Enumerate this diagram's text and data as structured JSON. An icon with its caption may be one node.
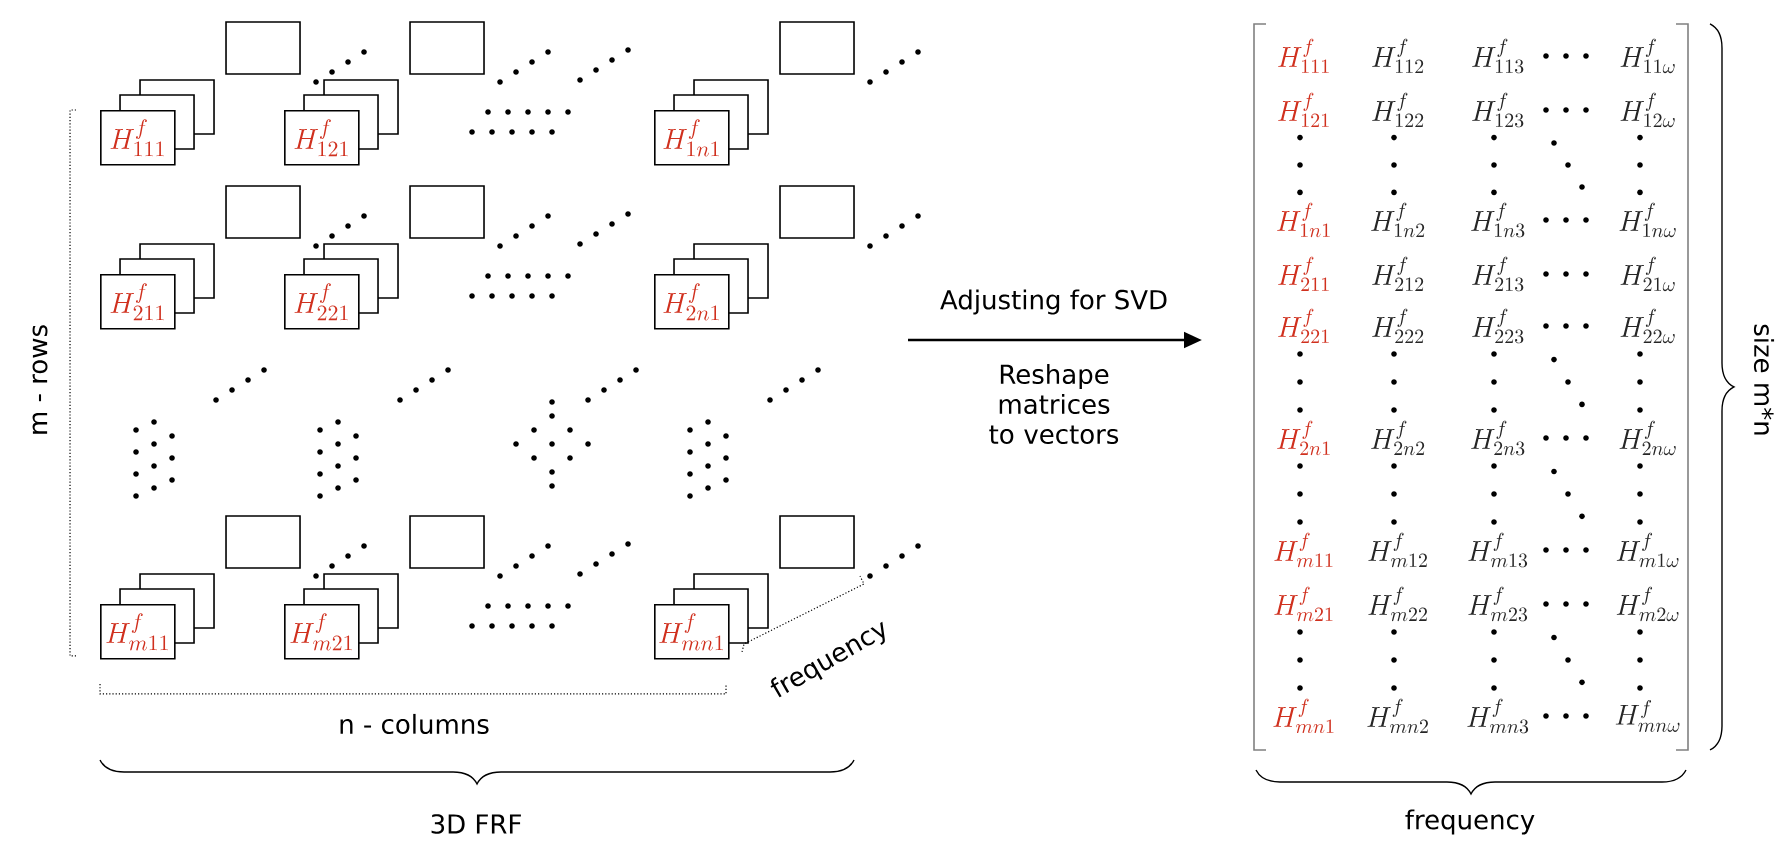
{
  "diagram": {
    "nodes": [
      {
        "text": [
          "H^{f}_{111}"
        ]
      },
      {
        "text": [
          "H^{f}_{121}"
        ]
      },
      {
        "text": [
          "H^{f}_{1n1}"
        ]
      },
      {
        "text": [
          "H^{f}_{211}"
        ]
      },
      {
        "text": [
          "H^{f}_{221}"
        ]
      },
      {
        "text": [
          "H^{f}_{2n1}"
        ]
      },
      {
        "text": [
          "H^{f}_{m11}"
        ]
      },
      {
        "text": [
          "H^{f}_{m21}"
        ]
      },
      {
        "text": [
          "H^{f}_{mn1}"
        ]
      }
    ],
    "labels": [
      "m - rows",
      "n - columns",
      "frequency",
      "3D FRF",
      "Adjusting for SVD",
      "Reshape matrices to vectors",
      "H^{f}_{111}",
      "H^{f}_{112}",
      "H^{f}_{113}",
      "H^{f}_{11\\omega}",
      "H^{f}_{121}",
      "H^{f}_{122}",
      "H^{f}_{123}",
      "H^{f}_{12\\omega}",
      "H^{f}_{1n1}",
      "H^{f}_{1n2}",
      "H^{f}_{1n3}",
      "H^{f}_{1n\\omega}",
      "H^{f}_{211}",
      "H^{f}_{212}",
      "H^{f}_{213}",
      "H^{f}_{21\\omega}",
      "H^{f}_{221}",
      "H^{f}_{222}",
      "H^{f}_{223}",
      "H^{f}_{22\\omega}",
      "H^{f}_{2n1}",
      "H^{f}_{2n2}",
      "H^{f}_{2n3}",
      "H^{f}_{2n\\omega}",
      "H^{f}_{m11}",
      "H^{f}_{m12}",
      "H^{f}_{m13}",
      "H^{f}_{m1\\omega}",
      "H^{f}_{m21}",
      "H^{f}_{m22}",
      "H^{f}_{m23}",
      "H^{f}_{m2\\omega}",
      "H^{f}_{mn1}",
      "H^{f}_{mn2}",
      "H^{f}_{mn3}",
      "H^{f}_{mn\\omega}",
      "frequency",
      "size m*n"
    ]
  }
}
